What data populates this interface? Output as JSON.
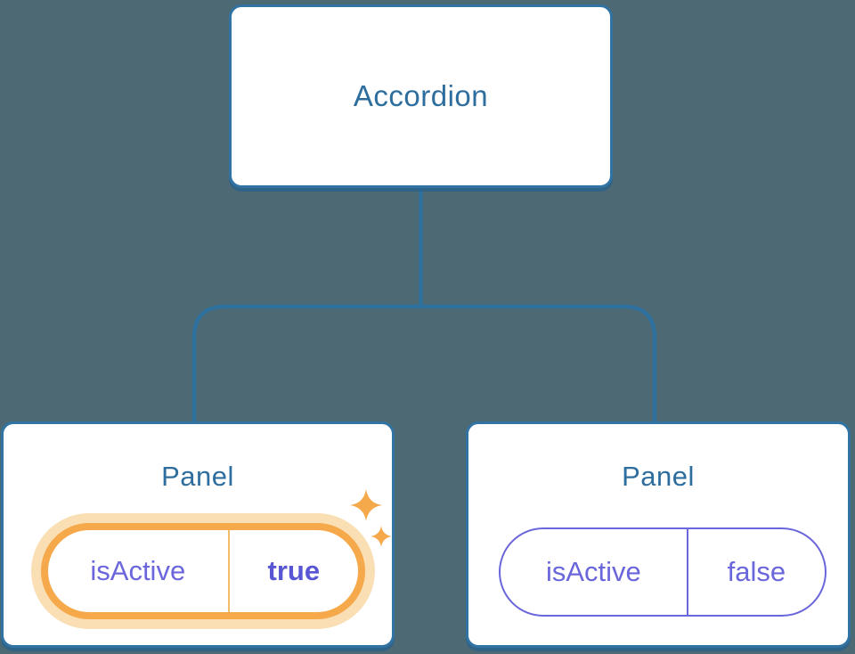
{
  "nodes": {
    "root": {
      "label": "Accordion"
    },
    "panels": [
      {
        "label": "Panel",
        "state": {
          "key": "isActive",
          "value": "true",
          "highlighted": true
        }
      },
      {
        "label": "Panel",
        "state": {
          "key": "isActive",
          "value": "false",
          "highlighted": false
        }
      }
    ]
  },
  "colors": {
    "background": "#4D6973",
    "node_fill": "#FFFFFF",
    "node_border": "#3173A3",
    "node_text": "#2E6E9E",
    "connector_line": "#2E719F",
    "state_text": "#6B66DB",
    "state_value_active_text": "#5956D4",
    "inactive_pill_border": "#6A66DB",
    "highlight_orange": "#F6A94B",
    "highlight_glow": "#FBDFB4",
    "sparkle": "#F5A94B"
  }
}
